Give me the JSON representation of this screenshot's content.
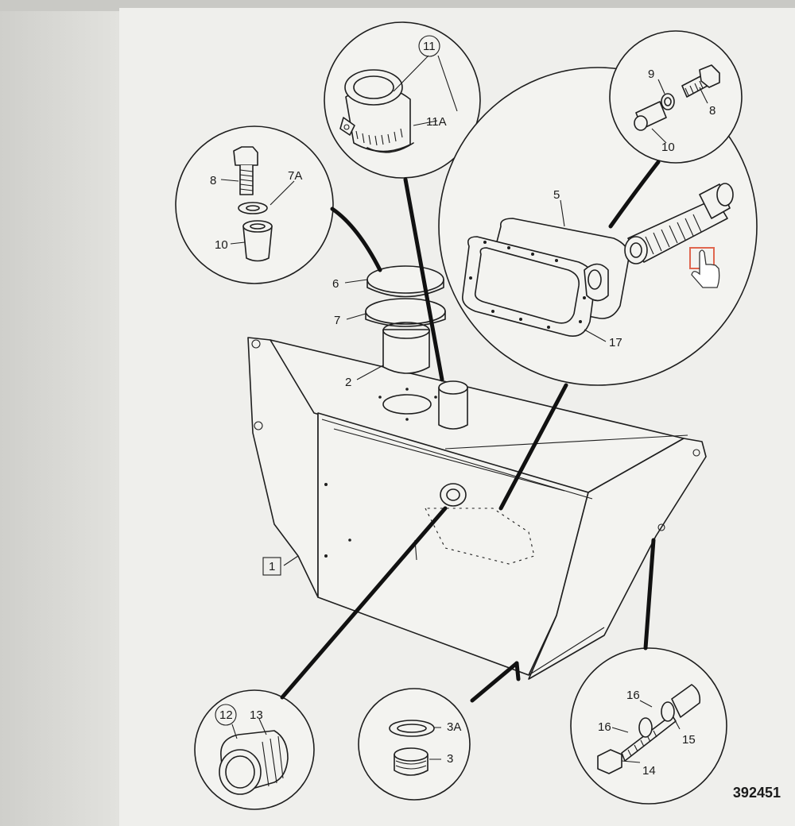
{
  "drawing_number": "392451",
  "callouts": {
    "c1": "1",
    "c2": "2",
    "c3": "3",
    "c3a": "3A",
    "c5": "5",
    "c6": "6",
    "c7": "7",
    "c7a": "7A",
    "c8a": "8",
    "c8b": "8",
    "c9": "9",
    "c10a": "10",
    "c10b": "10",
    "c11": "11",
    "c11a": "11A",
    "c12": "12",
    "c13": "13",
    "c14": "14",
    "c15": "15",
    "c16a": "16",
    "c16b": "16",
    "c17": "17"
  },
  "colors": {
    "line": "#1e1e1e",
    "paper": "#efefec",
    "cursor_highlight": "#e0664f"
  },
  "icons": {
    "cursor": "hand-pointer-cursor-icon"
  }
}
